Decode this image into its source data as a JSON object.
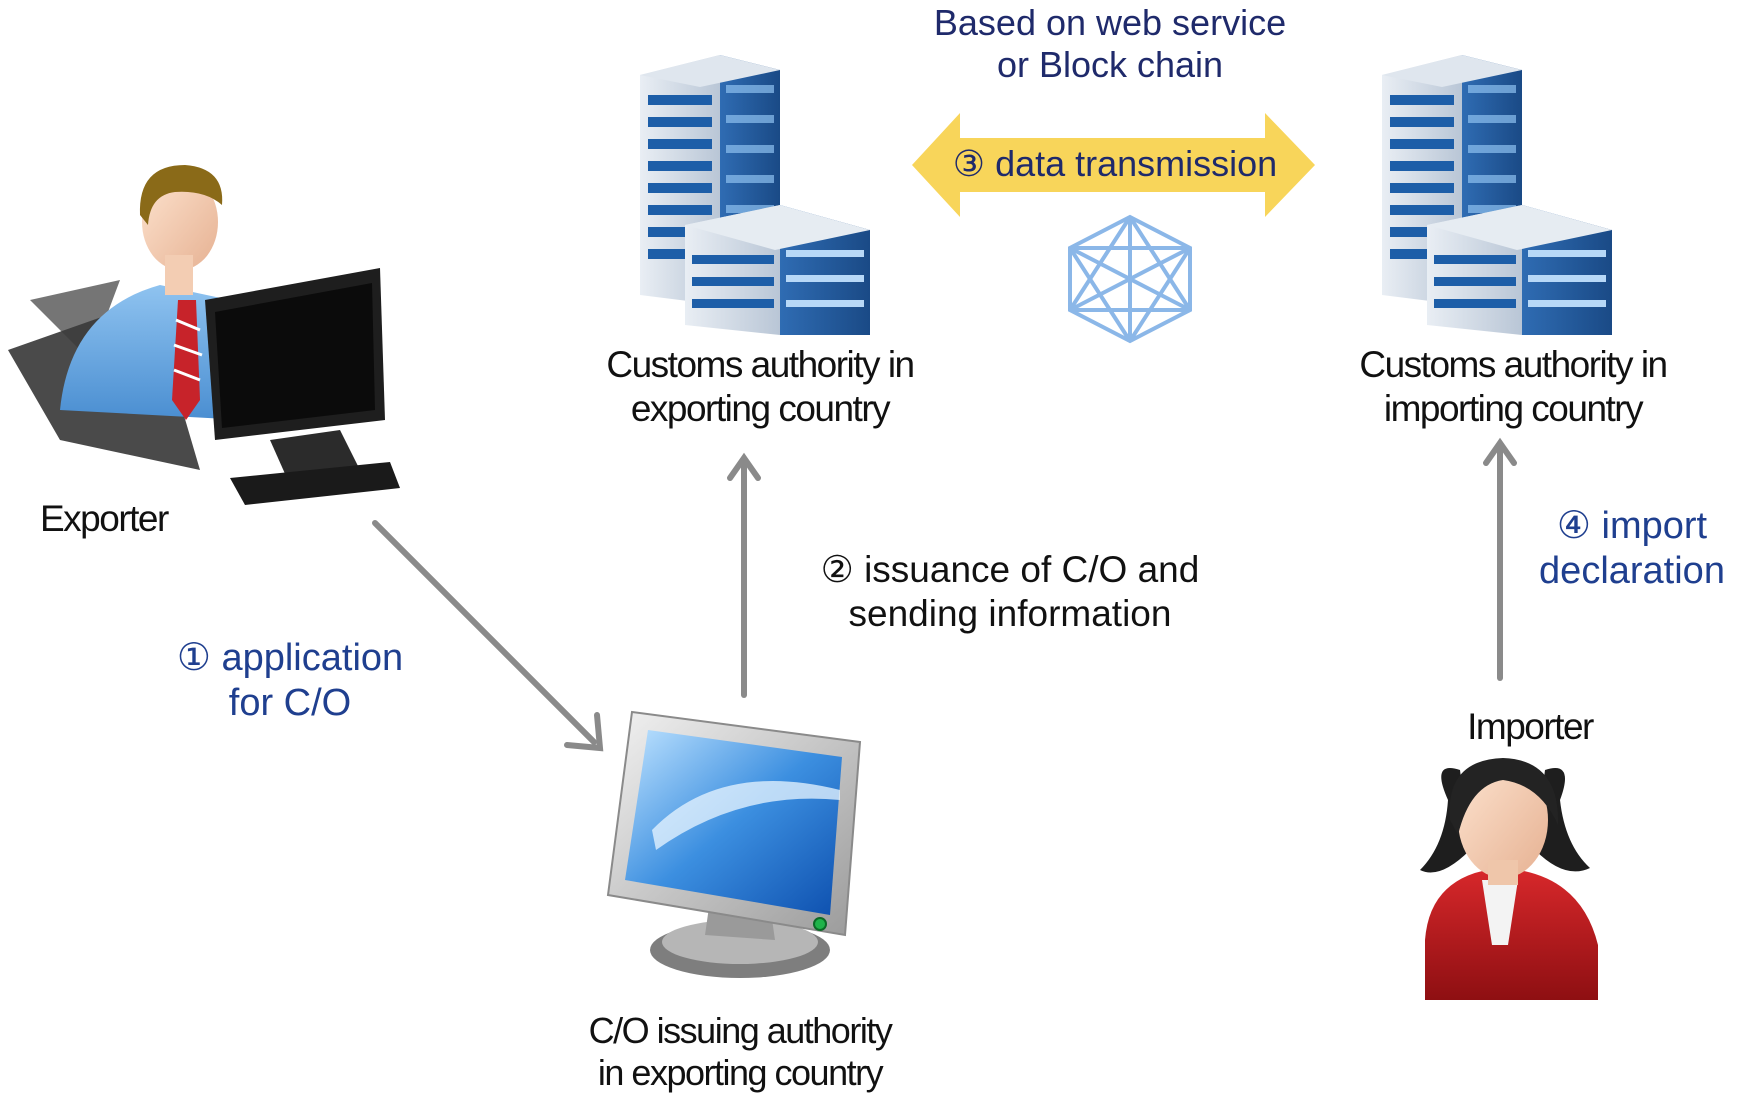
{
  "network": {
    "top_label_line1": "Based on web service",
    "top_label_line2": "or Block chain",
    "transmission_label": "③ data transmission"
  },
  "nodes": {
    "exporter": "Exporter",
    "customs_export_line1": "Customs authority in",
    "customs_export_line2": "exporting country",
    "customs_import_line1": "Customs authority in",
    "customs_import_line2": "importing country",
    "co_authority_line1": "C/O issuing authority",
    "co_authority_line2": "in exporting country",
    "importer": "Importer"
  },
  "steps": {
    "step1_line1": "① application",
    "step1_line2": "for C/O",
    "step2_line1": "② issuance of C/O and",
    "step2_line2": "sending information",
    "step4_line1": "④ import",
    "step4_line2": "declaration"
  },
  "colors": {
    "arrow_gray": "#8a8a8a",
    "transmission_arrow": "#f8d55a",
    "label_navy": "#1f2a6b",
    "label_blue": "#1f3f8f"
  },
  "icons": [
    "exporter-person-at-computer-icon",
    "office-building-icon",
    "blockchain-network-icon",
    "desktop-monitor-icon",
    "importer-person-icon"
  ]
}
